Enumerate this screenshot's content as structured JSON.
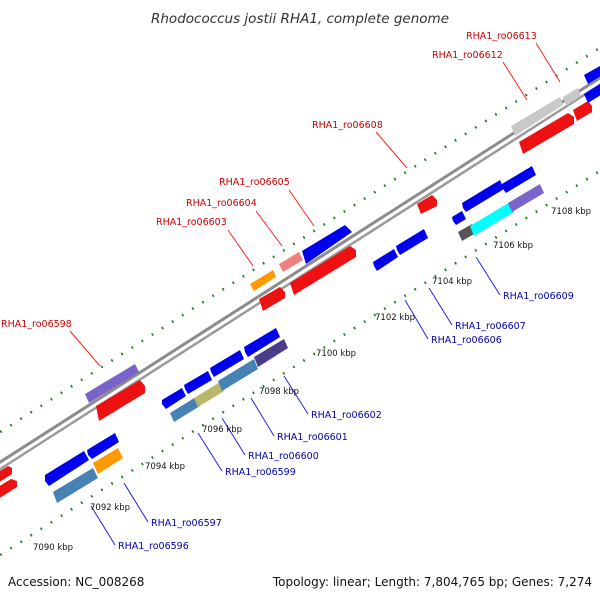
{
  "title": "Rhodococcus jostii RHA1, complete genome",
  "accession_text": "Accession: NC_008268",
  "summary_text": "Topology: linear; Length: 7,804,765 bp; Genes: 7,274",
  "colors": {
    "red_label": "#cc0000",
    "blue_label": "#0000aa",
    "backbone": "#8c8c8c",
    "tick_green": "#1a7a1a",
    "leader_red": "#ff2222",
    "leader_blue": "#2222ee"
  },
  "kbp_marks": [
    {
      "id": "7090",
      "text": "7090 kbp"
    },
    {
      "id": "7092",
      "text": "7092 kbp"
    },
    {
      "id": "7094",
      "text": "7094 kbp"
    },
    {
      "id": "7096",
      "text": "7096 kbp"
    },
    {
      "id": "7098",
      "text": "7098 kbp"
    },
    {
      "id": "7100",
      "text": "7100 kbp"
    },
    {
      "id": "7102",
      "text": "7102 kbp"
    },
    {
      "id": "7104",
      "text": "7104 kbp"
    },
    {
      "id": "7106",
      "text": "7106 kbp"
    },
    {
      "id": "7108",
      "text": "7108 kbp"
    }
  ],
  "forward_labels": [
    {
      "id": "ro06613",
      "text": "RHA1_ro06613"
    },
    {
      "id": "ro06612",
      "text": "RHA1_ro06612"
    },
    {
      "id": "ro06608",
      "text": "RHA1_ro06608"
    },
    {
      "id": "ro06605",
      "text": "RHA1_ro06605"
    },
    {
      "id": "ro06604",
      "text": "RHA1_ro06604"
    },
    {
      "id": "ro06603",
      "text": "RHA1_ro06603"
    },
    {
      "id": "ro06598",
      "text": "RHA1_ro06598"
    }
  ],
  "reverse_labels": [
    {
      "id": "ro06609",
      "text": "RHA1_ro06609"
    },
    {
      "id": "ro06607",
      "text": "RHA1_ro06607"
    },
    {
      "id": "ro06606",
      "text": "RHA1_ro06606"
    },
    {
      "id": "ro06602",
      "text": "RHA1_ro06602"
    },
    {
      "id": "ro06601",
      "text": "RHA1_ro06601"
    },
    {
      "id": "ro06600",
      "text": "RHA1_ro06600"
    },
    {
      "id": "ro06599",
      "text": "RHA1_ro06599"
    },
    {
      "id": "ro06597",
      "text": "RHA1_ro06597"
    },
    {
      "id": "ro06596",
      "text": "RHA1_ro06596"
    }
  ]
}
